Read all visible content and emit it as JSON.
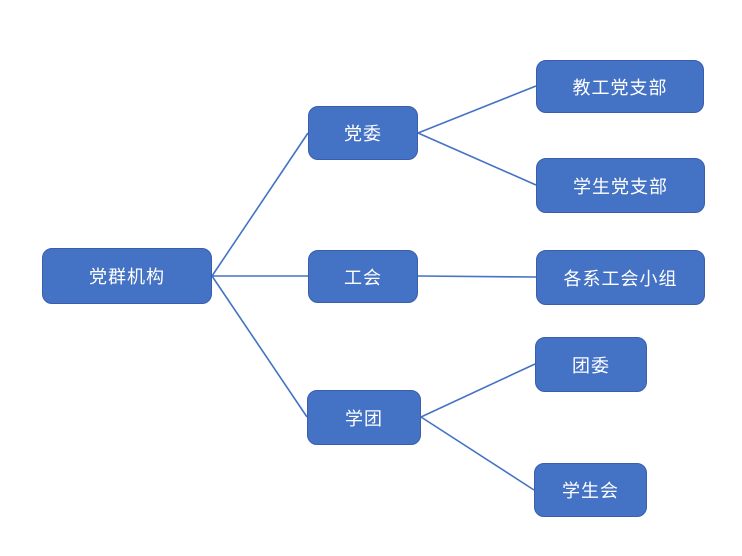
{
  "colors": {
    "canvas-bg": "#ffffff",
    "node-fill": "#4472C4",
    "node-border": "#3A5DAE",
    "node-text": "#ffffff",
    "connector-color": "#4472C4"
  },
  "tree": {
    "label": "党群机构",
    "children": [
      {
        "label": "党委",
        "children": [
          {
            "label": "教工党支部"
          },
          {
            "label": "学生党支部"
          }
        ]
      },
      {
        "label": "工会",
        "children": [
          {
            "label": "各系工会小组"
          }
        ]
      },
      {
        "label": "学团",
        "children": [
          {
            "label": "团委"
          },
          {
            "label": "学生会"
          }
        ]
      }
    ]
  }
}
